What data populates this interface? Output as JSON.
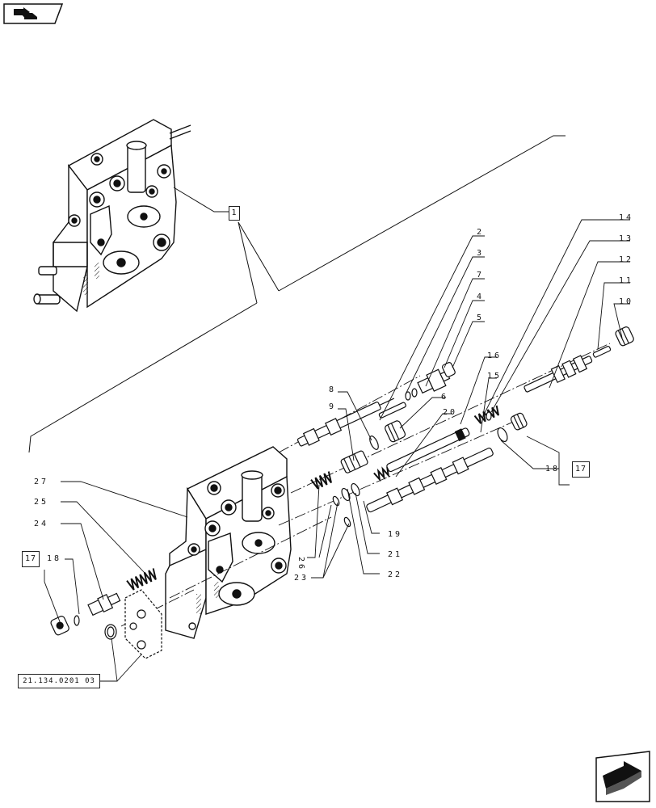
{
  "nav": {
    "top_icon": "book-arrow-icon",
    "bottom_icon": "next-page-arrow-icon"
  },
  "diagram": {
    "overview_ref": "1",
    "reference_code": "21.134.0201 03",
    "kit_ref_left": "17",
    "kit_ref_right": "17",
    "callouts": {
      "c2": "2",
      "c3": "3",
      "c7": "7",
      "c4": "4",
      "c5": "5",
      "c14": "14",
      "c13": "13",
      "c12": "12",
      "c11": "11",
      "c10": "10",
      "c16": "16",
      "c15": "15",
      "c20": "20",
      "c6": "6",
      "c8": "8",
      "c9": "9",
      "c18r": "18",
      "c27": "27",
      "c25": "25",
      "c24": "24",
      "c18l": "18",
      "c26": "26",
      "c23": "23",
      "c19": "19",
      "c21": "21",
      "c22": "22"
    }
  }
}
